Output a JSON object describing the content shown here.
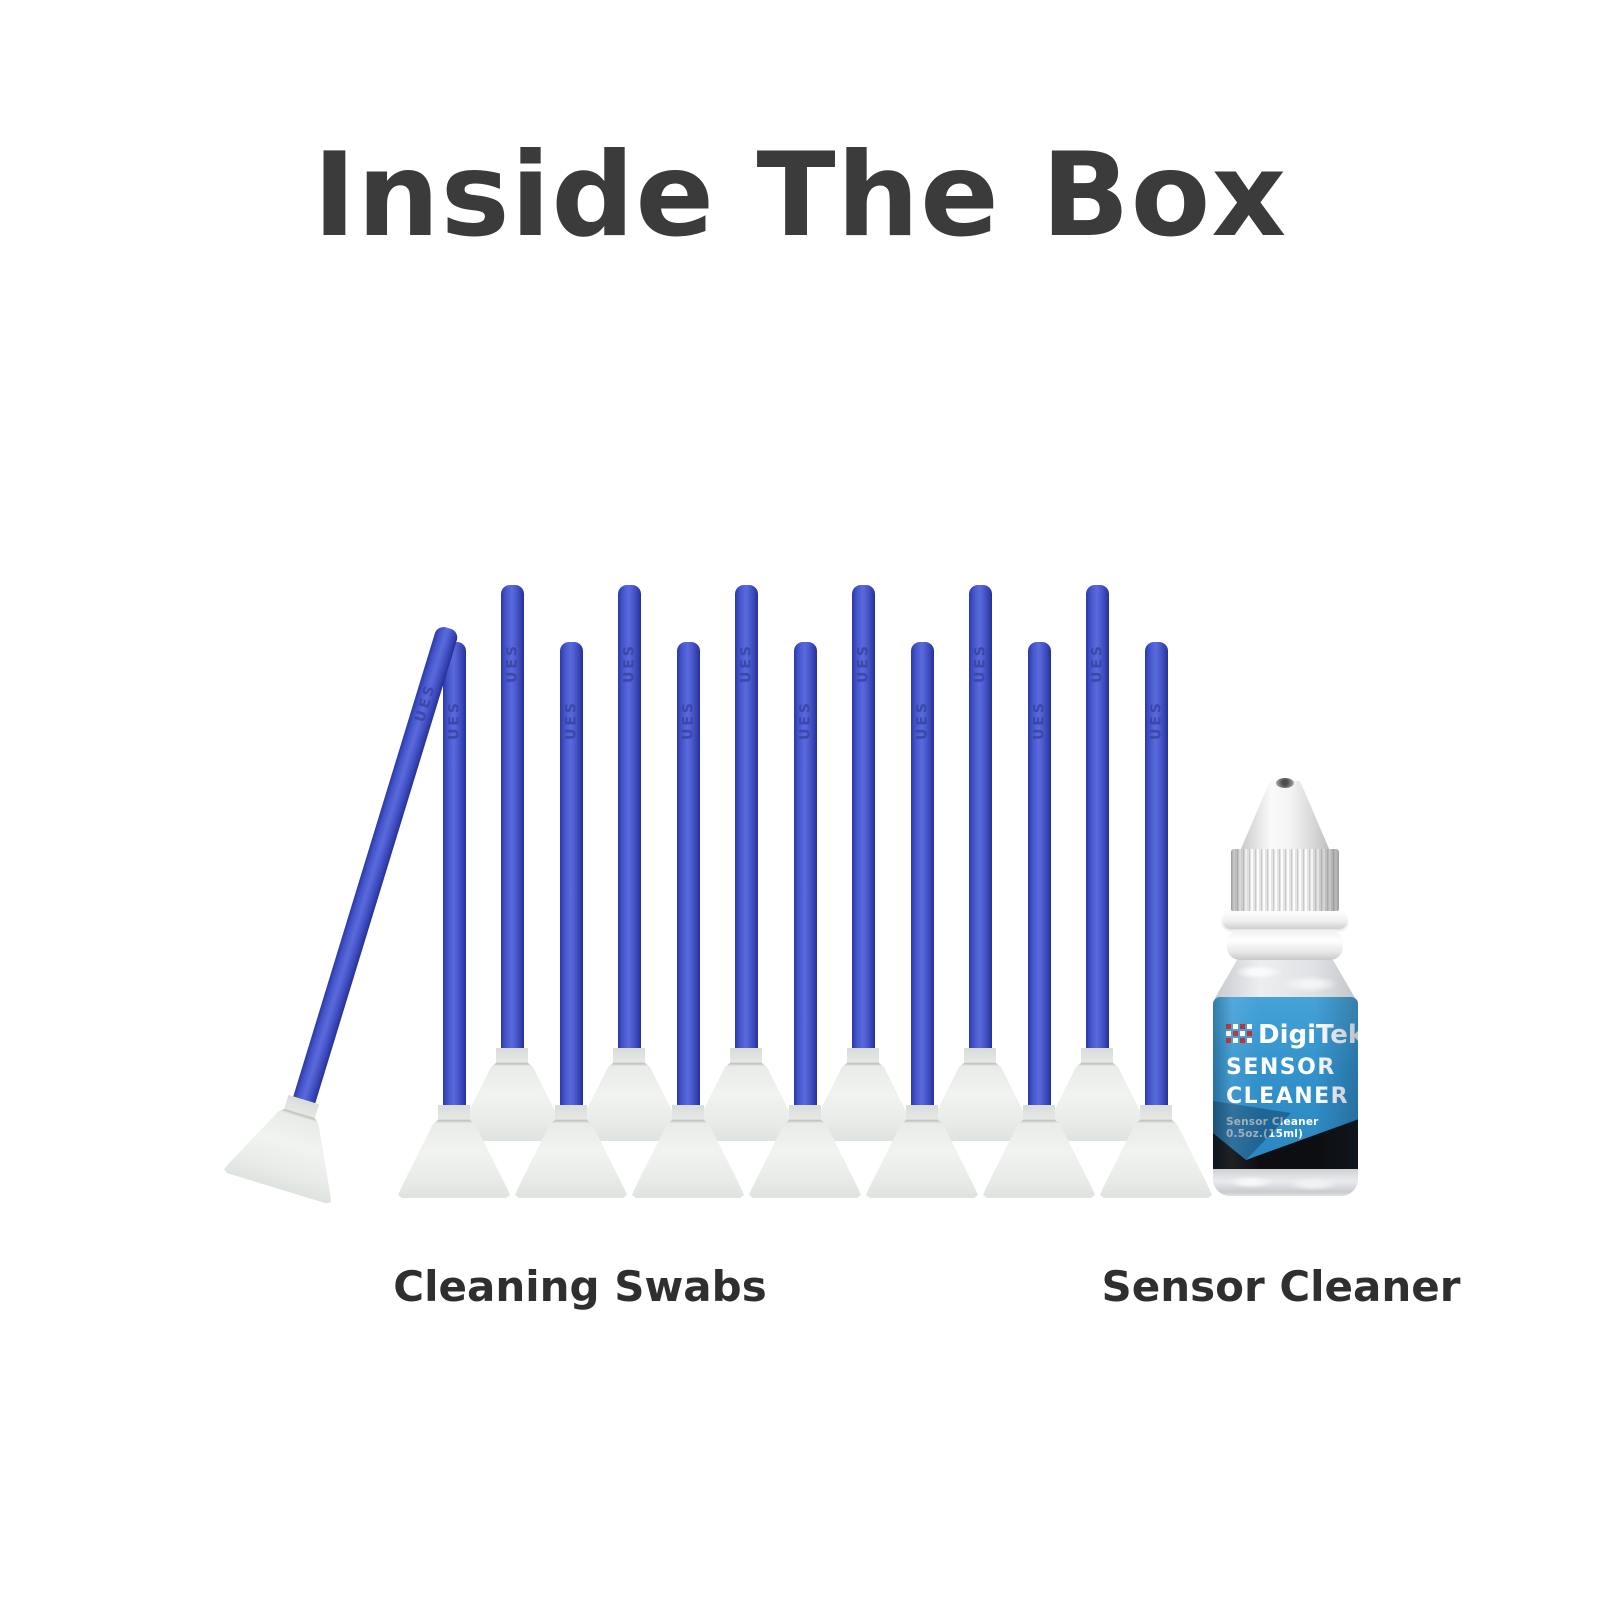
{
  "title": "Inside The Box",
  "captions": {
    "swabs": "Cleaning Swabs",
    "cleaner": "Sensor Cleaner"
  },
  "swabs": {
    "total_count": 14,
    "vertical_count": 13,
    "diagonal_count": 1,
    "embossed_text": "UES"
  },
  "bottle": {
    "brand": "DigiTek",
    "registered_mark": "®",
    "label_line1": "SENSOR",
    "label_line2": "CLEANER",
    "label_subtitle": "Sensor Cleaner 0.5oz.(15ml)"
  },
  "colors": {
    "background": "#ffffff",
    "heading_text": "#3b3b3b",
    "caption_text": "#2f2f2f",
    "swab_stick_blue": "#4355cc",
    "swab_tip_white": "#eaece9",
    "label_blue": "#3292cb",
    "label_black": "#0d0e11",
    "logo_red": "#c1272d",
    "cap_white": "#f6f6f6"
  }
}
